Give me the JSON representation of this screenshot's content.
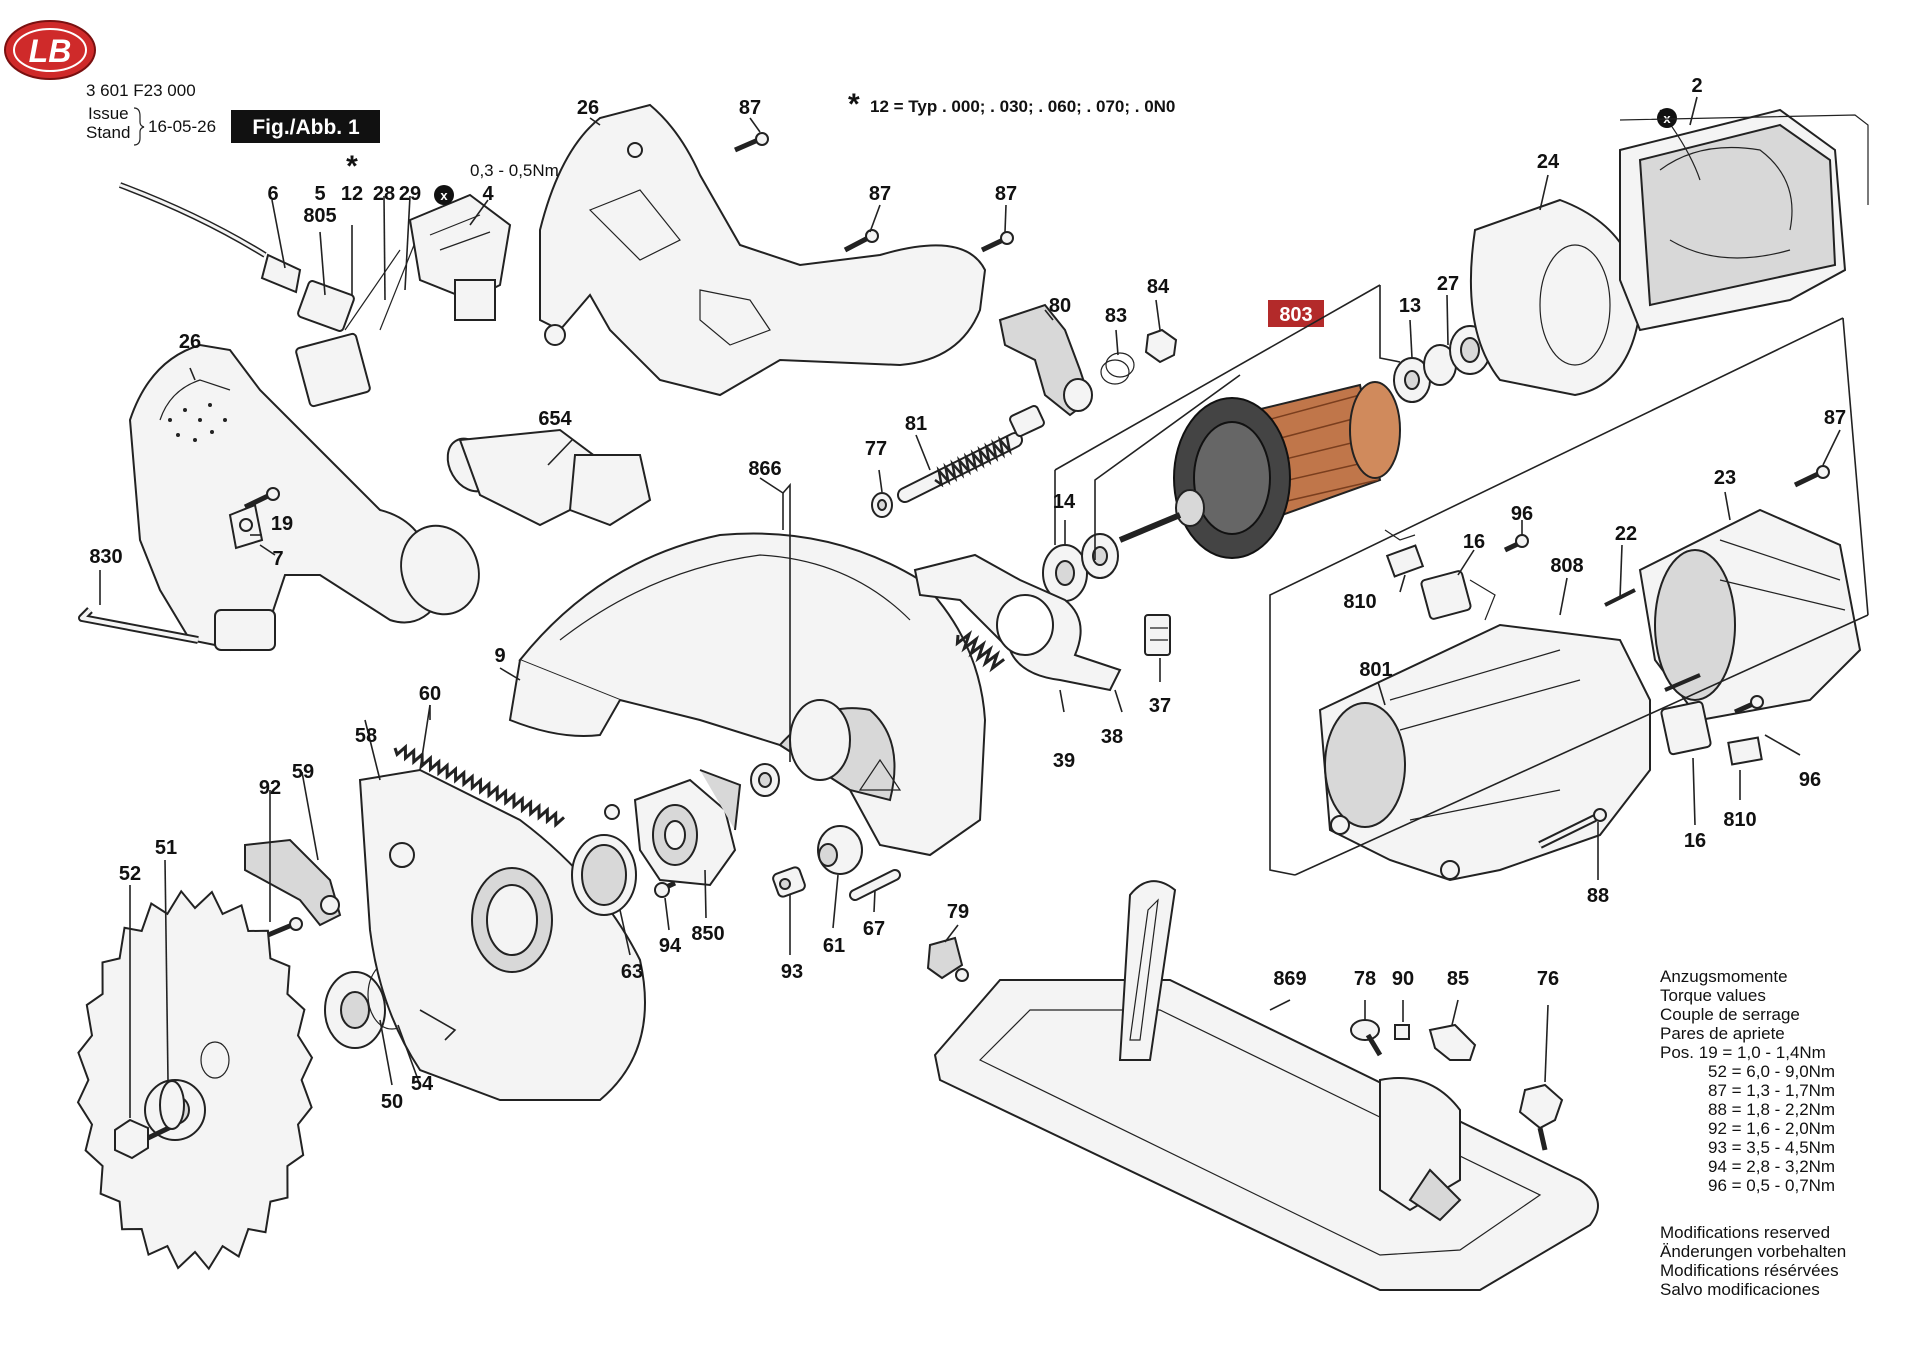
{
  "header": {
    "logo_text": "LB",
    "part_number": "3 601 F23 000",
    "issue_label": "Issue",
    "stand_label": "Stand",
    "date": "16-05-26",
    "figure_label": "Fig./Abb. 1",
    "torque_small": "0,3 - 0,5Nm"
  },
  "type_note": {
    "star": "*",
    "text": "12  = Typ . 000; . 030; . 060; . 070; . 0N0"
  },
  "labels": {
    "l2": "2",
    "l4": "4",
    "l5": "5",
    "l6": "6",
    "l7": "7",
    "l9": "9",
    "l12": "12",
    "l12star": "*",
    "l13": "13",
    "l14": "14",
    "l16a": "16",
    "l16b": "16",
    "l19": "19",
    "l22": "22",
    "l23": "23",
    "l24": "24",
    "l26a": "26",
    "l26b": "26",
    "l27": "27",
    "l28": "28",
    "l29": "29",
    "l37": "37",
    "l38": "38",
    "l39": "39",
    "l50": "50",
    "l51": "51",
    "l52": "52",
    "l54": "54",
    "l58": "58",
    "l59": "59",
    "l60": "60",
    "l61": "61",
    "l63": "63",
    "l67": "67",
    "l76": "76",
    "l77": "77",
    "l78": "78",
    "l79": "79",
    "l80": "80",
    "l81": "81",
    "l83": "83",
    "l84": "84",
    "l85": "85",
    "l87a": "87",
    "l87b": "87",
    "l87c": "87",
    "l87d": "87",
    "l88": "88",
    "l90": "90",
    "l92": "92",
    "l93": "93",
    "l94": "94",
    "l96a": "96",
    "l96b": "96",
    "l654": "654",
    "l801": "801",
    "l803": "803",
    "l805": "805",
    "l808": "808",
    "l810a": "810",
    "l810b": "810",
    "l830": "830",
    "l850": "850",
    "l866": "866",
    "l869": "869",
    "lx1": "x",
    "lx2": "x"
  },
  "torque_values": {
    "heading": [
      "Anzugsmomente",
      "Torque values",
      "Couple de serrage",
      "Pares de apriete"
    ],
    "rows": [
      "Pos. 19  = 1,0 - 1,4Nm",
      "52  = 6,0 - 9,0Nm",
      "87  = 1,3 - 1,7Nm",
      "88  = 1,8 - 2,2Nm",
      "92  = 1,6 - 2,0Nm",
      "93  = 3,5 - 4,5Nm",
      "94  = 2,8 - 3,2Nm",
      "96  = 0,5 - 0,7Nm"
    ]
  },
  "modifications": [
    "Modifications reserved",
    "Änderungen vorbehalten",
    "Modifications résérvées",
    "Salvo modificaciones"
  ],
  "colors": {
    "logo_red": "#cf2a2a",
    "highlight_red": "#b32a2a",
    "armature_copper": "#c0764a"
  }
}
